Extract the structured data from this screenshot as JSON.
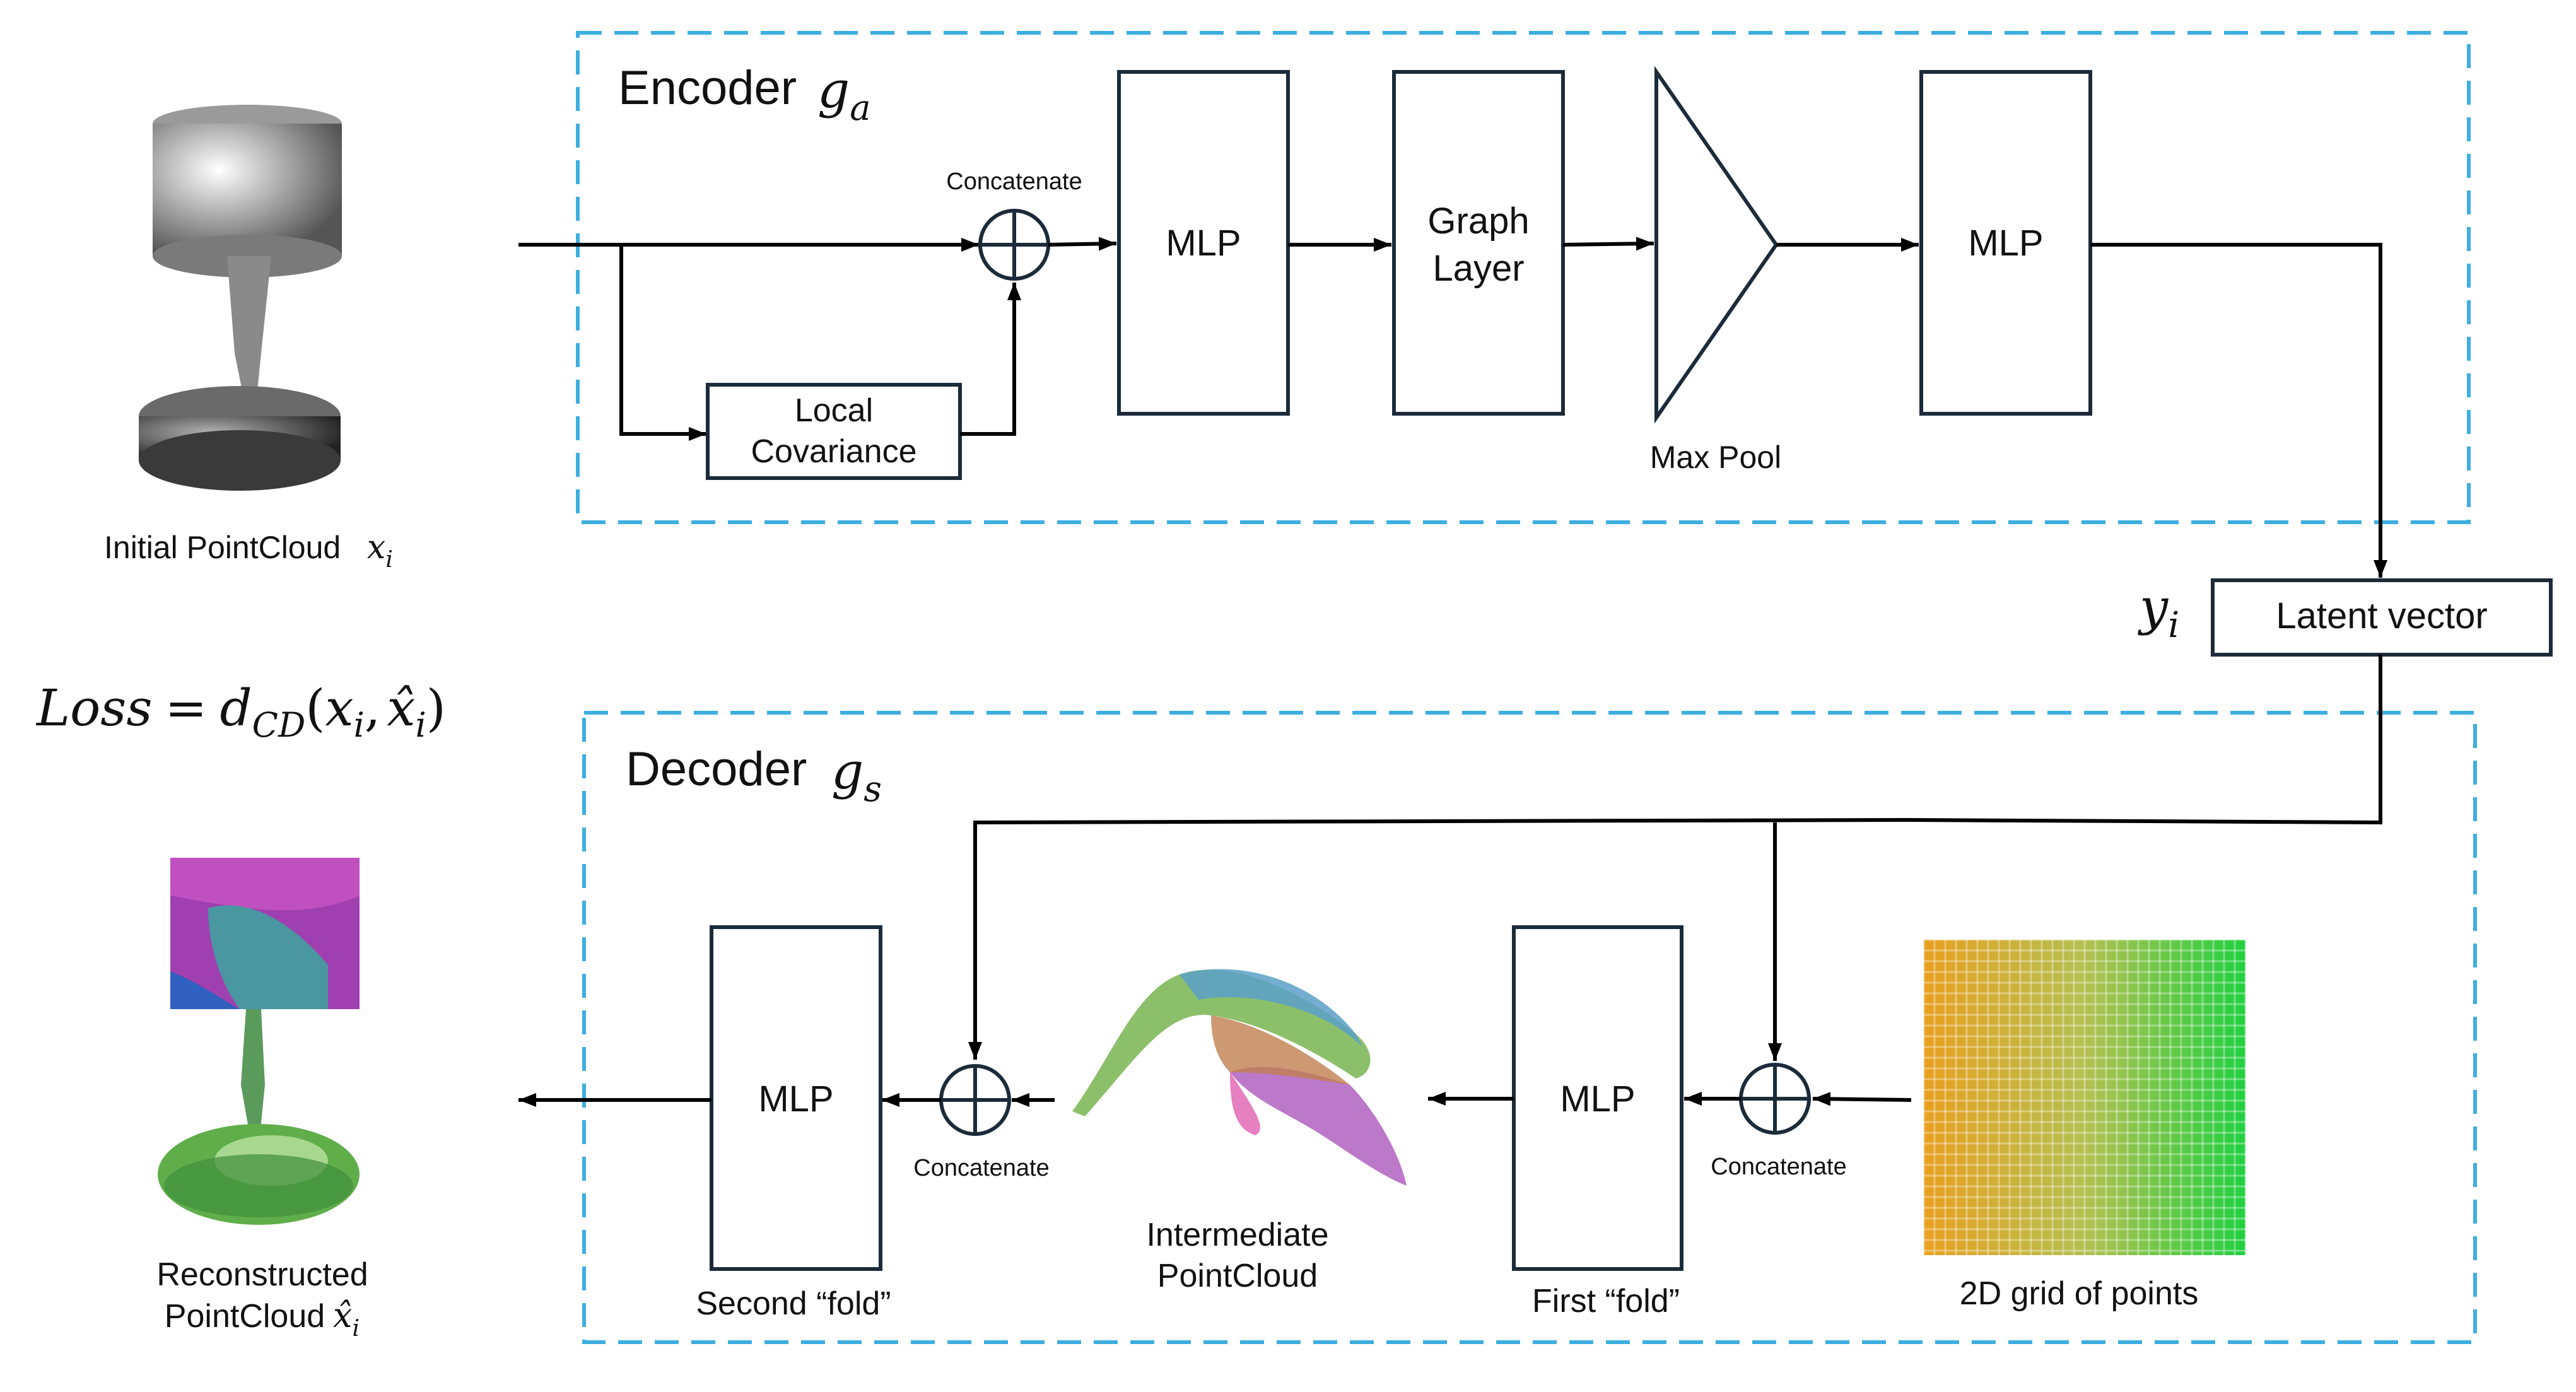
{
  "encoder": {
    "title": "Encoder",
    "symbol": "g",
    "subscript": "a",
    "concat_label": "Concatenate",
    "local_cov_line1": "Local",
    "local_cov_line2": "Covariance",
    "mlp1": "MLP",
    "graph_line1": "Graph",
    "graph_line2": "Layer",
    "maxpool": "Max Pool",
    "mlp2": "MLP"
  },
  "latent": {
    "label": "Latent vector",
    "symbol": "y",
    "subscript": "i"
  },
  "decoder": {
    "title": "Decoder",
    "symbol": "g",
    "subscript": "s",
    "concat1": "Concatenate",
    "concat2": "Concatenate",
    "mlp_first": "MLP",
    "mlp_second": "MLP",
    "first_fold": "First “fold”",
    "second_fold": "Second “fold”",
    "grid_label": "2D grid of points",
    "intermediate_line1": "Intermediate",
    "intermediate_line2": "PointCloud"
  },
  "left": {
    "initial_label": "Initial PointCloud",
    "initial_symbol": "x",
    "initial_sub": "i",
    "reconstructed_line1": "Reconstructed",
    "reconstructed_line2": "PointCloud",
    "reconstructed_symbol": "x̂",
    "reconstructed_sub": "i",
    "loss_word": "Loss",
    "loss_eq": "=",
    "loss_fn": "d",
    "loss_fn_sub": "CD",
    "loss_args_open": "(",
    "loss_x": "x",
    "loss_x_sub": "i",
    "loss_comma": ",",
    "loss_xhat": "x̂",
    "loss_xhat_sub": "i",
    "loss_args_close": ")"
  },
  "colors": {
    "dashed_border": "#3daee0",
    "line": "#000000",
    "box_border": "#1c2b3a"
  }
}
